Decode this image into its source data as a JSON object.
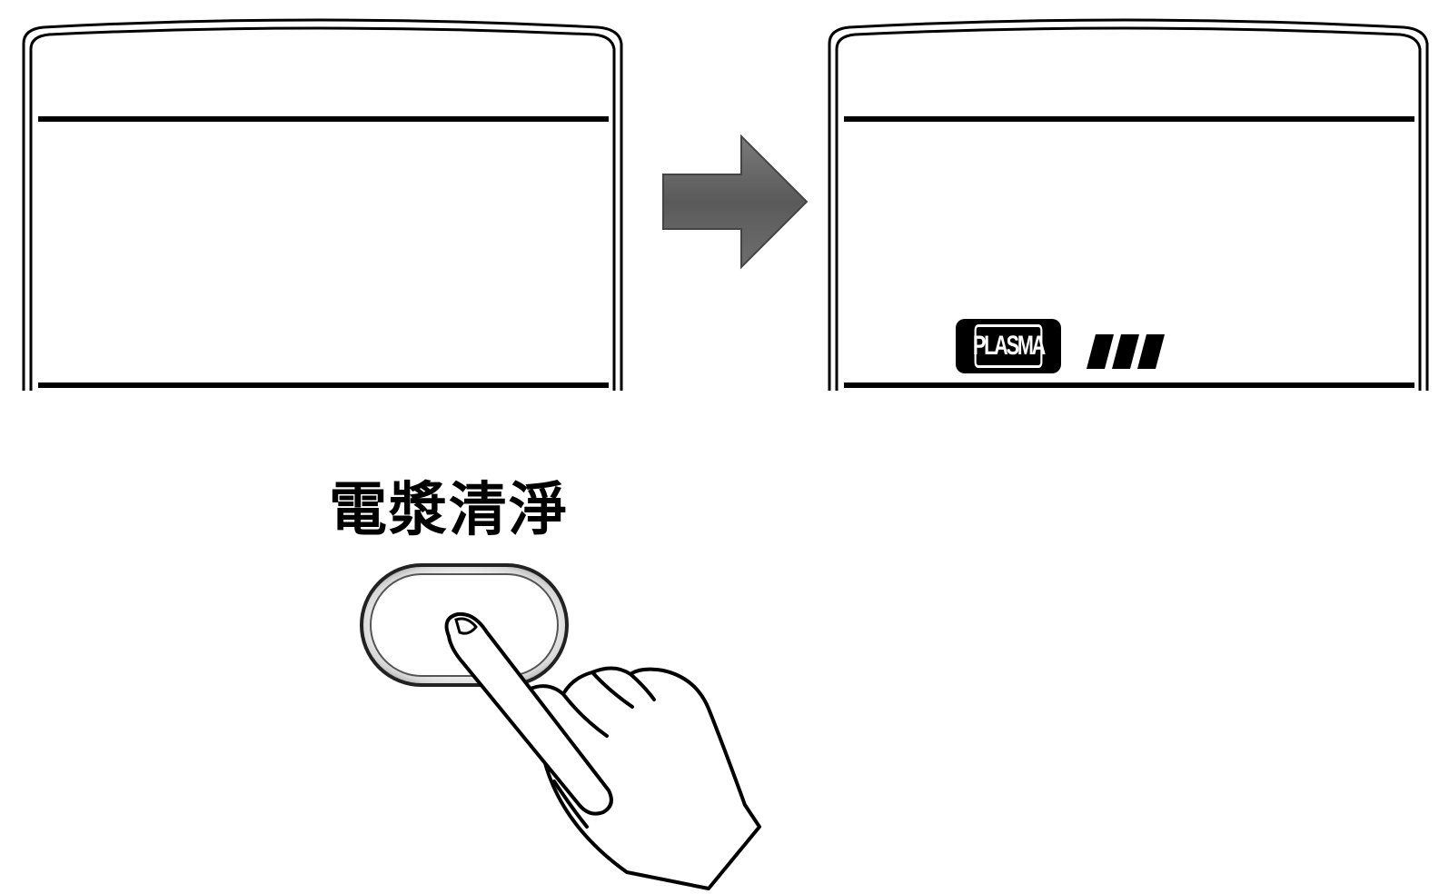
{
  "display_before": {
    "indicators": []
  },
  "display_after": {
    "badge_text": "PLASMA",
    "level_bars_lit": 3
  },
  "control": {
    "button_label": "電漿清淨"
  },
  "colors": {
    "line": "#000000",
    "arrow": "#5a5a5a",
    "background": "#ffffff"
  },
  "icons": [
    "right-arrow-icon",
    "hand-press-icon"
  ]
}
